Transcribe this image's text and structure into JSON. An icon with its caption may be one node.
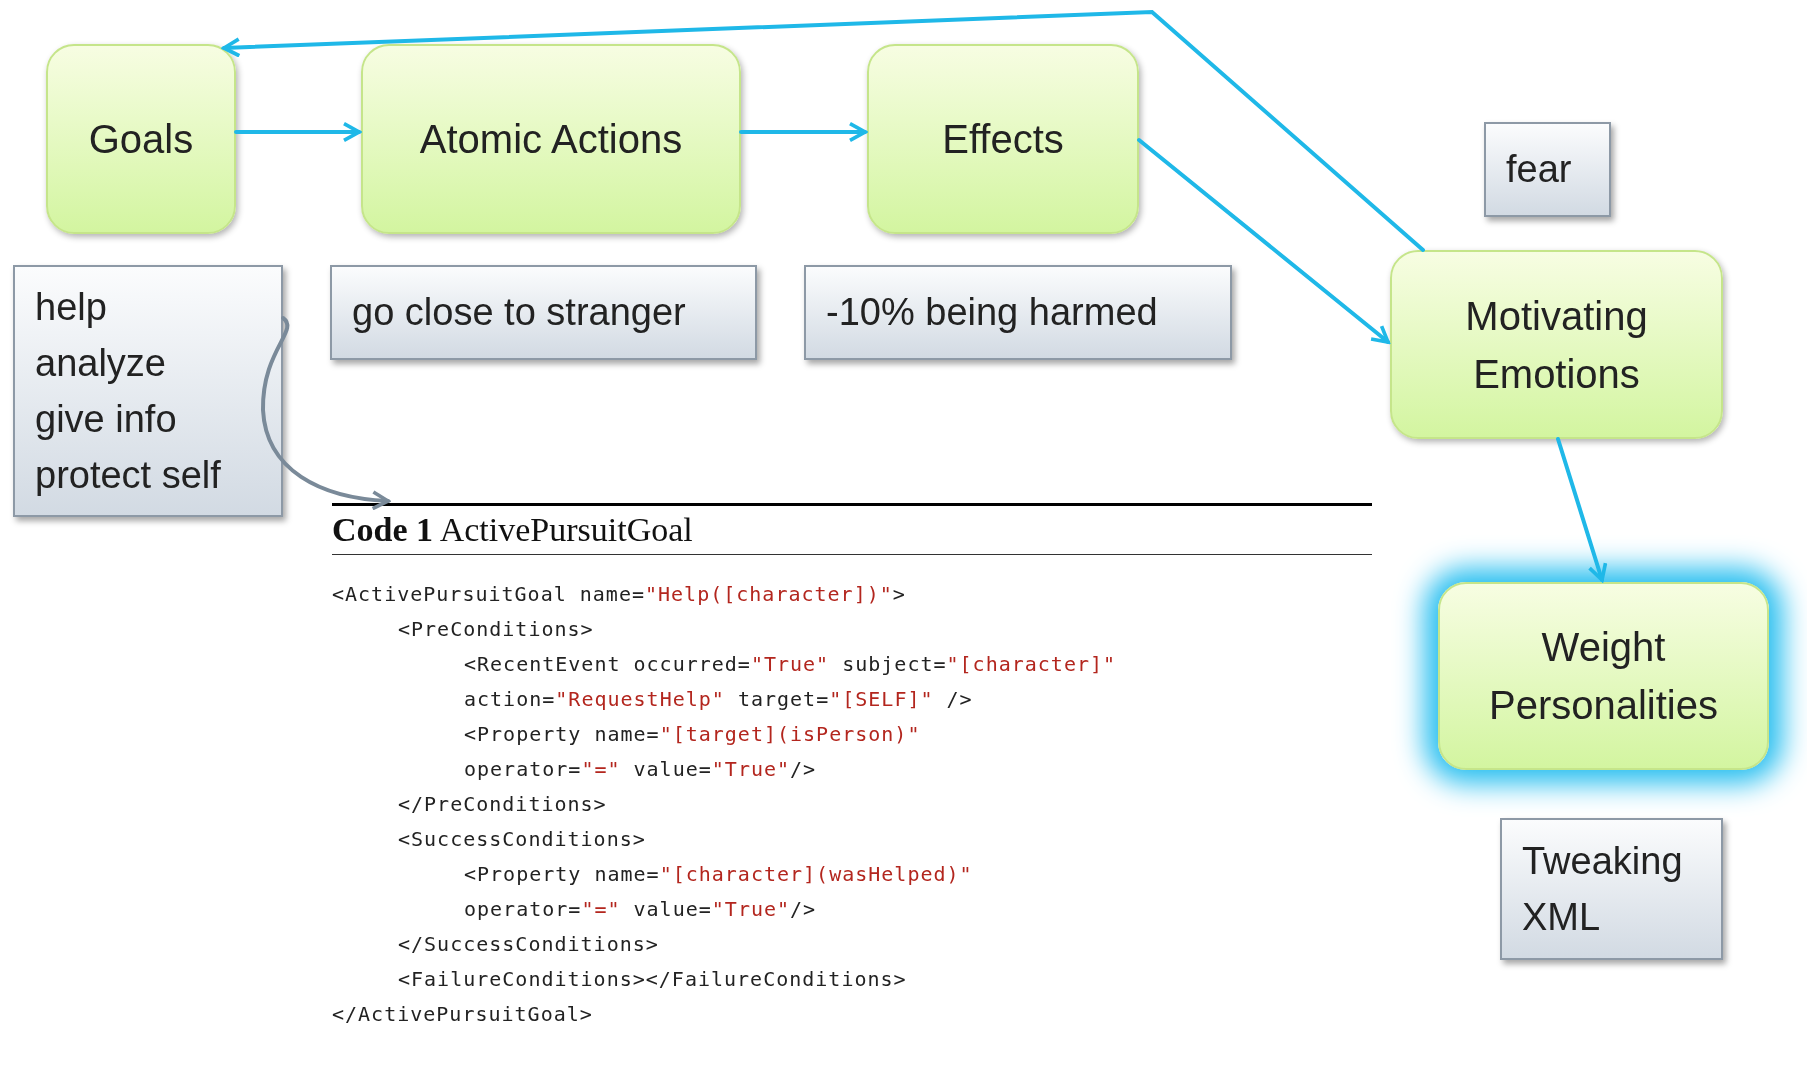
{
  "diagram": {
    "nodes": [
      {
        "text": [
          "Goals"
        ]
      },
      {
        "text": [
          "Atomic Actions"
        ]
      },
      {
        "text": [
          "Effects"
        ]
      },
      {
        "text": [
          "fear"
        ]
      },
      {
        "text": [
          "help",
          "analyze",
          "give info",
          "protect self"
        ]
      },
      {
        "text": [
          "go close to stranger"
        ]
      },
      {
        "text": [
          "-10% being harmed"
        ]
      },
      {
        "text": [
          "Motivating Emotions"
        ]
      },
      {
        "text": [
          "**Code 1** ActivePursuitGoal",
          "<ActivePursuitGoal name=\"Help([character])\">",
          "<PreConditions>",
          "<RecentEvent occurred=\"True\" subject=\"[character]\"",
          "action=\"RequestHelp\" target=\"[SELF]\" />",
          "<Property name=\"[target](isPerson)\"",
          "operator=\"=\" value=\"True\"/>",
          "</PreConditions>",
          "<SuccessConditions>",
          "<Property name=\"[character](wasHelped)\"",
          "operator=\"=\" value=\"True\"/>",
          "</SuccessConditions>",
          "<FailureConditions></FailureConditions>",
          "</ActivePursuitGoal>"
        ]
      },
      {
        "text": [
          "Weight Personalities"
        ]
      },
      {
        "text": [
          "Tweaking XML"
        ]
      }
    ],
    "edges": [
      {
        "from": 0,
        "to": 1,
        "arrow": "to"
      },
      {
        "from": 1,
        "to": 2,
        "arrow": "to"
      },
      {
        "from": 2,
        "to": 7,
        "arrow": "to"
      },
      {
        "from": 7,
        "to": 0,
        "arrow": "to"
      },
      {
        "from": 7,
        "to": 9,
        "arrow": "to"
      },
      {
        "from": 4,
        "to": 8,
        "arrow": "to",
        "color": "#7a8a99"
      }
    ]
  }
}
